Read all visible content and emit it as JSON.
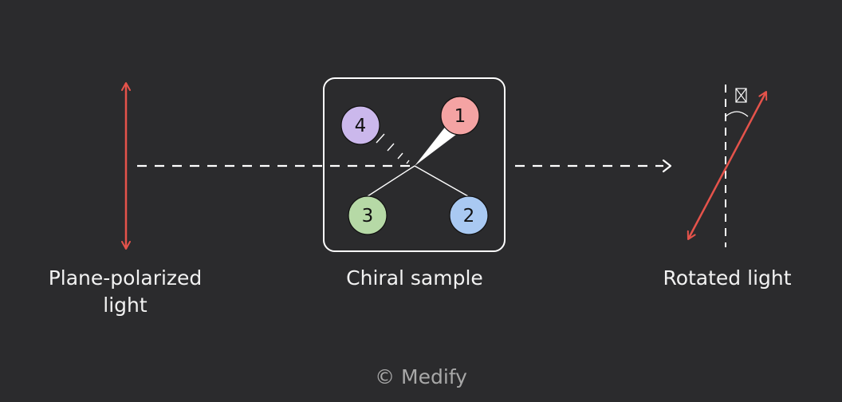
{
  "labels": {
    "plane_polarized_line1": "Plane-polarized",
    "plane_polarized_line2": "light",
    "chiral_sample": "Chiral sample",
    "rotated_light": "Rotated light"
  },
  "atoms": [
    {
      "label": "1",
      "color": "#f4a3a3"
    },
    {
      "label": "2",
      "color": "#a9c9f2"
    },
    {
      "label": "3",
      "color": "#b6d9a6"
    },
    {
      "label": "4",
      "color": "#cbb8ec"
    }
  ],
  "copyright": "© Medify",
  "colors": {
    "background": "#2b2b2d",
    "light_arrow": "#e5534b",
    "beam": "#ffffff",
    "text": "#f2f2f2",
    "watermark": "#a8a8a8"
  }
}
